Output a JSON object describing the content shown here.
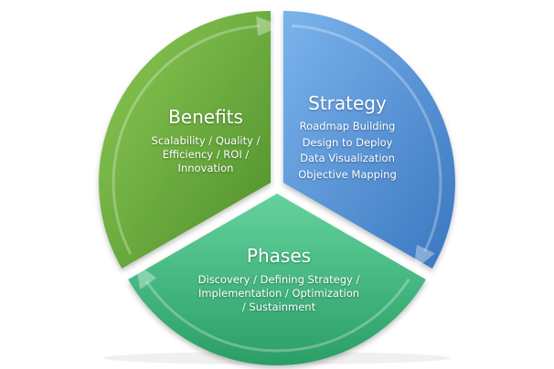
{
  "diagram": {
    "segments": [
      {
        "id": "benefits",
        "title": "Benefits",
        "lines": [
          "Scalability / Quality /",
          "Efficiency / ROI /",
          "Innovation"
        ],
        "color": "#6aac3f",
        "color_light": "#8cc954",
        "color_dark": "#4e8f2b"
      },
      {
        "id": "strategy",
        "title": "Strategy",
        "lines": [
          "Roadmap Building",
          "Design to Deploy",
          "Data Visualization",
          "Objective Mapping"
        ],
        "color": "#4a8ed6",
        "color_light": "#7bb3ec",
        "color_dark": "#3a77c0"
      },
      {
        "id": "phases",
        "title": "Phases",
        "lines": [
          "Discovery / Defining Strategy /",
          "Implementation / Optimization",
          "/ Sustainment"
        ],
        "color": "#3cba7e",
        "color_light": "#64d29d",
        "color_dark": "#2a9e66"
      }
    ]
  }
}
